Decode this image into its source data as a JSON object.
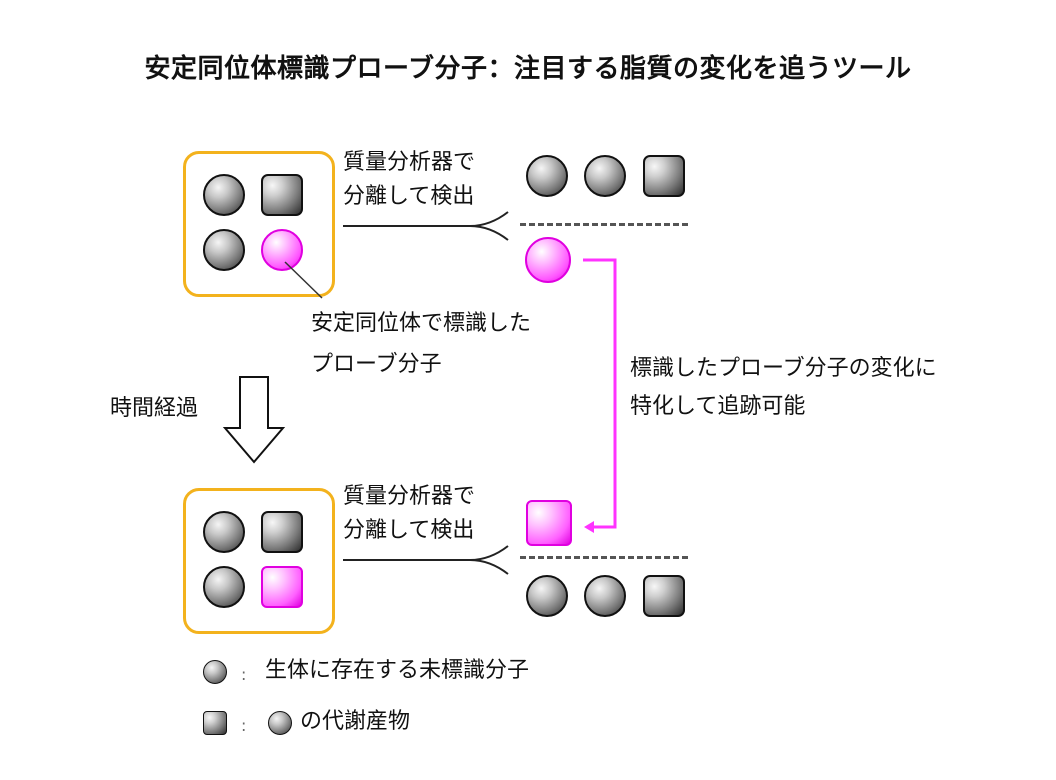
{
  "title": "安定同位体標識プローブ分子：注目する脂質の変化を追うツール",
  "separation_label_line1": "質量分析器で",
  "separation_label_line2": "分離して検出",
  "probe_label_line1": "安定同位体で標識した",
  "probe_label_line2": "プローブ分子",
  "time_label": "時間経過",
  "tracking_label_line1": "標識したプローブ分子の変化に",
  "tracking_label_line2": "特化して追跡可能",
  "legend": {
    "colon": ":",
    "circle_desc": "生体に存在する未標識分子",
    "square_desc": "の代謝産物"
  },
  "colors": {
    "box_border": "#f3b21d",
    "probe": "#ff55ff",
    "tracking_arrow": "#ff33ff",
    "unlabeled": "#7a7a7a"
  },
  "icons": [
    "gray-sphere-icon",
    "gray-cube-icon",
    "pink-sphere-icon",
    "pink-cube-icon",
    "down-arrow-icon"
  ]
}
